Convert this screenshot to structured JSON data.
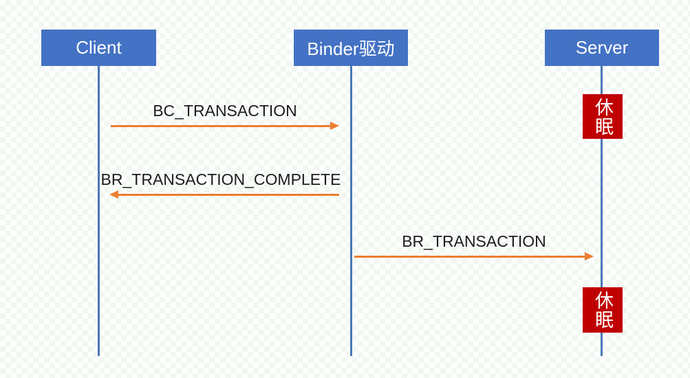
{
  "diagram": {
    "type": "sequence",
    "topic": "Binder IPC transaction flow",
    "actors": [
      {
        "id": "client",
        "label": "Client"
      },
      {
        "id": "binder-driver",
        "label": "Binder驱动"
      },
      {
        "id": "server",
        "label": "Server"
      }
    ],
    "messages": [
      {
        "label": "BC_TRANSACTION",
        "from": "Client",
        "to": "Binder驱动",
        "direction": "right"
      },
      {
        "label": "BR_TRANSACTION_COMPLETE",
        "from": "Binder驱动",
        "to": "Client",
        "direction": "left"
      },
      {
        "label": "BR_TRANSACTION",
        "from": "Binder驱动",
        "to": "Server",
        "direction": "right"
      }
    ],
    "states": [
      {
        "label": "休眠",
        "on_lifeline": "Server",
        "position": "upper"
      },
      {
        "label": "休眠",
        "on_lifeline": "Server",
        "position": "lower"
      }
    ],
    "colors": {
      "actor_fill": "#4472c4",
      "actor_text": "#ffffff",
      "lifeline": "#4a77b8",
      "arrow": "#ed7d31",
      "state_fill": "#c00000",
      "state_text": "#ffffff",
      "message_text": "#1c1c1c",
      "background": "#fdfffd",
      "background_checker": "#f2f7f2"
    }
  }
}
